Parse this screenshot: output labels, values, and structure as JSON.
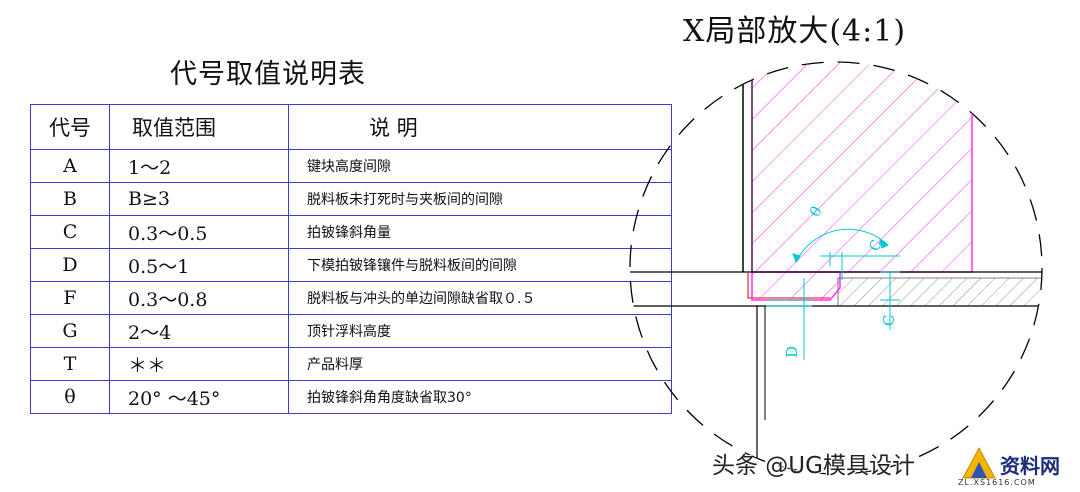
{
  "table": {
    "title": "代号取值说明表",
    "headers": {
      "code": "代号",
      "range": "取值范围",
      "desc": "说 明"
    },
    "rows": [
      {
        "code": "A",
        "range": "1～2",
        "desc": "键块高度间隙"
      },
      {
        "code": "B",
        "range": "B≥3",
        "desc": "脱料板未打死时与夹板间的间隙"
      },
      {
        "code": "C",
        "range": "0.3～0.5",
        "desc": "拍铍锋斜角量"
      },
      {
        "code": "D",
        "range": "0.5～1",
        "desc": "下模拍铍锋镶件与脱料板间的间隙"
      },
      {
        "code": "F",
        "range": "0.3～0.8",
        "desc": "脱料板与冲头的单边间隙缺省取０.５"
      },
      {
        "code": "G",
        "range": "2～4",
        "desc": "顶针浮料高度"
      },
      {
        "code": "T",
        "range": "＊＊",
        "desc": "产品料厚"
      },
      {
        "code": "θ",
        "range": "20° ～45°",
        "desc": "拍铍锋斜角角度缺省取30°"
      }
    ]
  },
  "drawing": {
    "title": "X局部放大(4:1)",
    "labels": {
      "theta": "θ",
      "c": "C",
      "d": "D"
    },
    "colors": {
      "hatch": "#ff33ff",
      "dimension": "#00c8d2",
      "outline": "#000000",
      "inner_profile": "#ff3333"
    }
  },
  "watermark": {
    "text": "头条 @UG模具设计",
    "site": "资料网",
    "url": "ZL.XS1616.COM"
  }
}
